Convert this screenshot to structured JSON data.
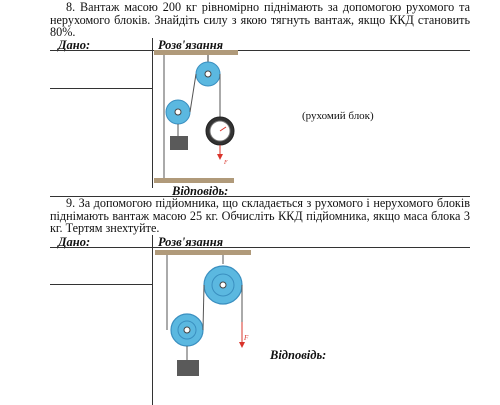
{
  "problem8": {
    "text": "8. Вантаж масою 200 кг рівномірно піднімають за допомогою рухомого та нерухомого блоків. Знайдіть силу з якою тягнуть вантаж, якщо ККД становить 80%.",
    "given_label": "Дано:",
    "solution_label": "Розв'язання",
    "block_label": "(рухомий блок)",
    "force_label": "F",
    "answer_label": "Відповідь:"
  },
  "problem9": {
    "text": "9. За допомогою підйомника, що складається з рухомого і нерухомого блоків піднімають вантаж масою 25 кг. Обчисліть ККД підйомника, якщо маса блока 3 кг. Тертям знехтуйте.",
    "given_label": "Дано:",
    "solution_label": "Розв'язання",
    "force_label": "F",
    "answer_label": "Відповідь:"
  },
  "colors": {
    "ceiling": "#b09a7a",
    "pulley_blue": "#5bb8e0",
    "pulley_dark": "#3a8fc0",
    "load": "#5a5a5a",
    "force_arrow": "#d9342b"
  }
}
